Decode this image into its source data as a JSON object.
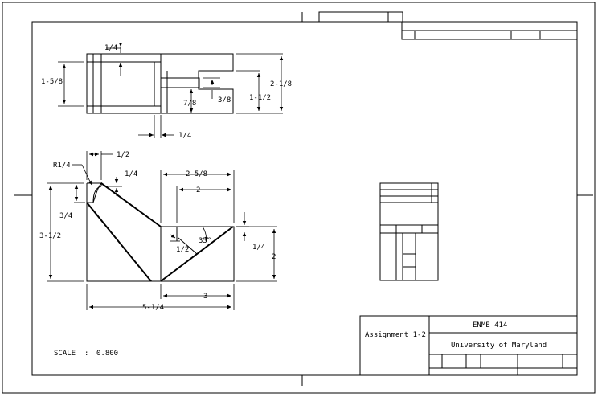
{
  "title_block": {
    "assignment": "Assignment 1-2",
    "course": "ENME 414",
    "school": "University of Maryland"
  },
  "scale": {
    "label": "SCALE",
    "separator": ":",
    "value": "0.800"
  },
  "top_view_dims": {
    "d_1_4_top": "1/4",
    "d_1_5_8": "1-5/8",
    "d_2_1_8": "2-1/8",
    "d_1_1_2": "1-1/2",
    "d_3_8": "3/8",
    "d_7_8": "7/8",
    "d_1_4_bottom": "1/4"
  },
  "front_view_dims": {
    "d_r1_4": "R1/4",
    "d_1_2_top": "1/2",
    "d_1_4_upper": "1/4",
    "d_2_5_8": "2-5/8",
    "d_2": "2",
    "d_3_4": "3/4",
    "d_3_1_2": "3-1/2",
    "d_35": "35°",
    "d_1_2_slot": "1/2",
    "d_1_4_right": "1/4",
    "d_2_right": "2",
    "d_3": "3",
    "d_5_1_4": "5-1/4"
  },
  "colors": {
    "line": "#000000",
    "background": "#ffffff"
  }
}
